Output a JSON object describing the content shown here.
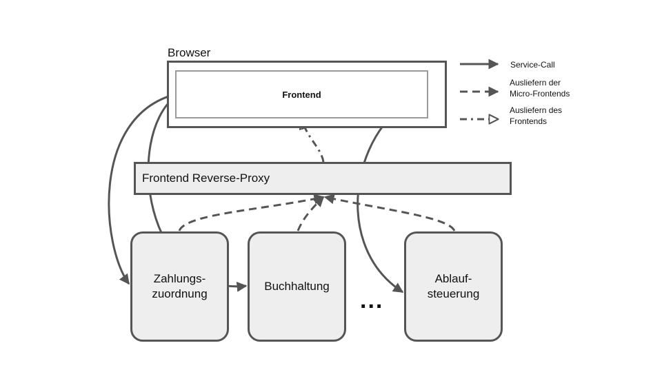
{
  "browser": {
    "label": "Browser",
    "frontend_label": "Frontend"
  },
  "proxy": {
    "label": "Frontend Reverse-Proxy"
  },
  "services": [
    {
      "label": "Zahlungs-\nzuordnung"
    },
    {
      "label": "Buchhaltung"
    },
    {
      "label": "Ablauf-\nsteuerung"
    }
  ],
  "ellipsis": "...",
  "legend": {
    "service_call": "Service-Call",
    "micro_frontends": "Ausliefern der\nMicro-Frontends",
    "frontends": "Ausliefern des\nFrontends"
  },
  "colors": {
    "stroke": "#555555",
    "box_fill": "#eeeeee",
    "inner_border": "#9a9a9a"
  }
}
